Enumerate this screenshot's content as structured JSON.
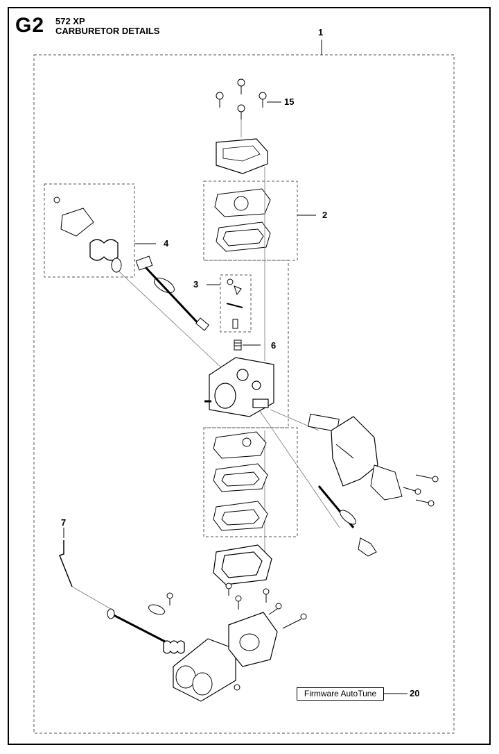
{
  "header": {
    "code": "G2",
    "model": "572 XP",
    "title": "CARBURETOR DETAILS"
  },
  "callouts": {
    "c1": "1",
    "c2": "2",
    "c3": "3",
    "c4": "4",
    "c6": "6",
    "c7": "7",
    "c15": "15",
    "c20": "20"
  },
  "firmware_label": "Firmware AutoTune"
}
